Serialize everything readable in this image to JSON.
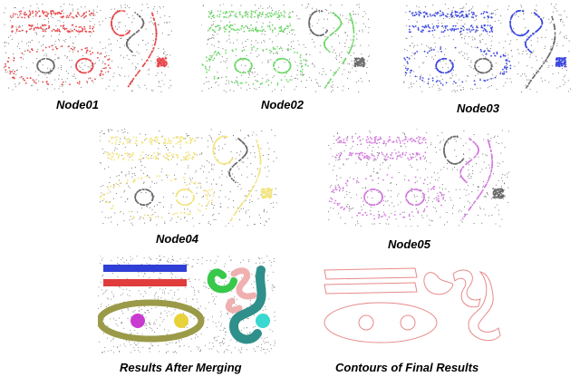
{
  "panels": [
    {
      "label": "Node01",
      "color": "#e8474b"
    },
    {
      "label": "Node02",
      "color": "#6fd96a"
    },
    {
      "label": "Node03",
      "color": "#3b48e0"
    },
    {
      "label": "Node04",
      "color": "#f2e37c"
    },
    {
      "label": "Node05",
      "color": "#d47ae0"
    }
  ],
  "merge": {
    "label": "Results After Merging",
    "colors": {
      "blue_bar": "#2f3fd6",
      "red_bar": "#e03c3c",
      "ellipse": "#9a9a48",
      "left_circle": "#c83ad0",
      "mid_circle": "#e8d23a",
      "right_circle": "#3ad8d0",
      "green_hook": "#38c84a",
      "pink_s": "#f0b0b0",
      "teal_shape": "#2f8f8a"
    }
  },
  "contours": {
    "label": "Contours of Final Results",
    "color": "#e88a8a"
  },
  "noise_color": "#6a6a6a"
}
